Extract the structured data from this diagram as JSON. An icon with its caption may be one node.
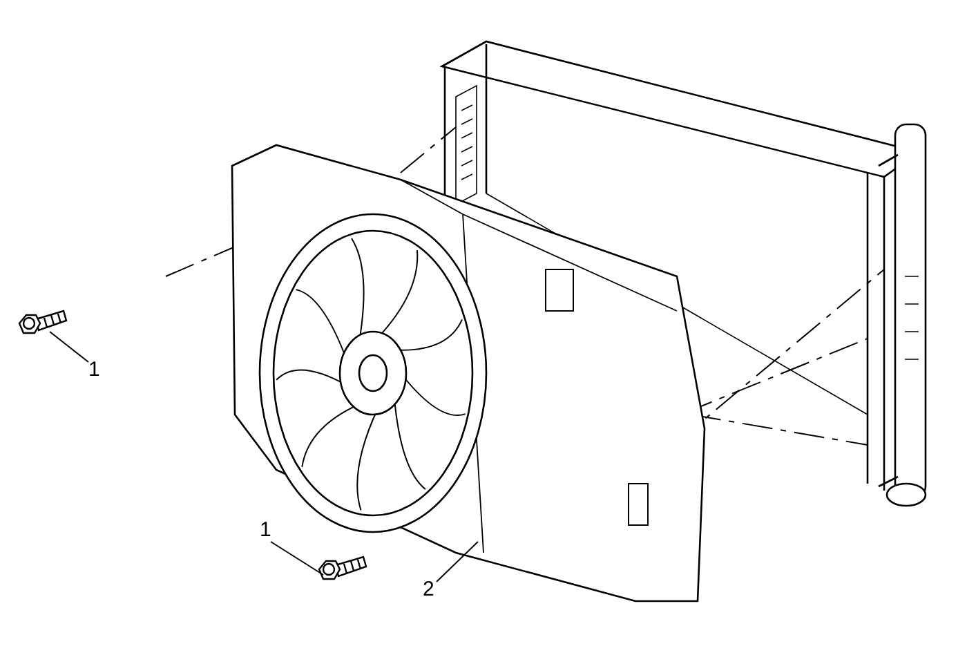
{
  "diagram": {
    "nodes": [
      {
        "text": [
          "1"
        ]
      },
      {
        "text": [],
        "shape": "picture"
      },
      {
        "text": [
          "1"
        ]
      },
      {
        "text": [],
        "shape": "picture"
      },
      {
        "text": [
          "2"
        ]
      },
      {
        "text": [],
        "shape": "picture"
      }
    ],
    "edges": [
      {
        "from": 0,
        "to": 1,
        "arrow": "none"
      },
      {
        "from": 2,
        "to": 3,
        "arrow": "none"
      },
      {
        "from": 4,
        "to": 5,
        "arrow": "none"
      }
    ]
  }
}
